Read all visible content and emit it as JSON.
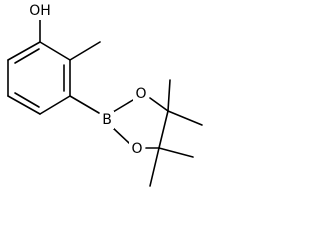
{
  "molecule": {
    "atom_labels": {
      "hydroxyl": "OH",
      "boron": "B",
      "ring_oxygen_upper": "O",
      "ring_oxygen_lower": "O"
    },
    "colors": {
      "bond": "#000000",
      "label": "#000000",
      "background": "#ffffff"
    }
  }
}
